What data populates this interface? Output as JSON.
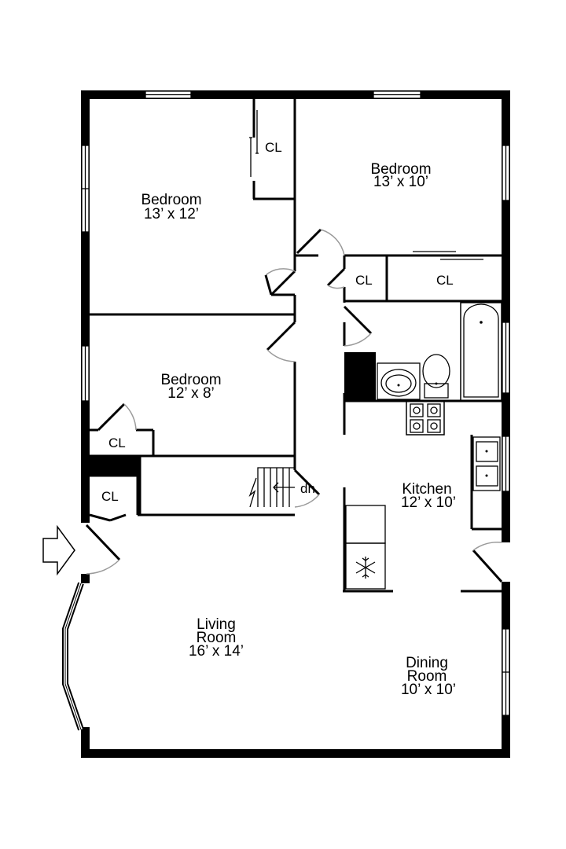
{
  "rooms": {
    "bedroom_1": {
      "name": "Bedroom",
      "size": "13’ x 12’"
    },
    "bedroom_2": {
      "name": "Bedroom",
      "size": "13’ x 10’"
    },
    "bedroom_3": {
      "name": "Bedroom",
      "size": "12’ x 8’"
    },
    "kitchen": {
      "name": "Kitchen",
      "size": "12’ x 10’"
    },
    "living_room": {
      "line1": "Living",
      "line2": "Room",
      "size": "16’ x 14’"
    },
    "dining_room": {
      "line1": "Dining",
      "line2": "Room",
      "size": "10’ x 10’"
    }
  },
  "closets": {
    "bedroom_1": "CL",
    "hall": "CL",
    "bedroom_2": "CL",
    "bedroom_3": "CL",
    "entry": "CL"
  },
  "stairs": {
    "label": "dn"
  }
}
